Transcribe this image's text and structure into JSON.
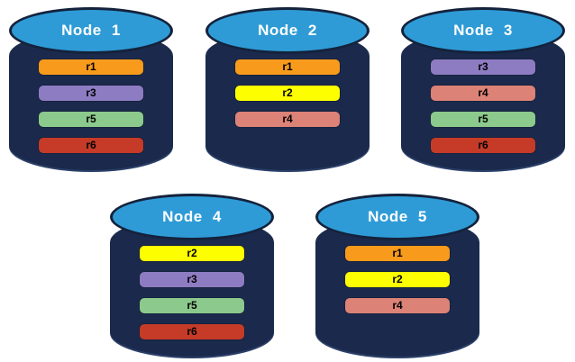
{
  "diagram": {
    "name": "replica-distribution-across-nodes"
  },
  "colors": {
    "cylinder_body": "#1B2A4C",
    "cylinder_top": "#2E9BD6",
    "cylinder_outline": "#14223C",
    "title_text": "#FFFFFF",
    "bar_text": "#000000",
    "replicas": {
      "r1": "#F89A1B",
      "r2": "#FDFF00",
      "r3": "#8E7CC3",
      "r4": "#DC8277",
      "r5": "#8CC98C",
      "r6": "#C53B28"
    }
  },
  "nodes": [
    {
      "title": "Node 1",
      "replicas": [
        "r1",
        "r3",
        "r5",
        "r6"
      ]
    },
    {
      "title": "Node 2",
      "replicas": [
        "r1",
        "r2",
        "r4"
      ]
    },
    {
      "title": "Node 3",
      "replicas": [
        "r3",
        "r4",
        "r5",
        "r6"
      ]
    },
    {
      "title": "Node 4",
      "replicas": [
        "r2",
        "r3",
        "r5",
        "r6"
      ]
    },
    {
      "title": "Node 5",
      "replicas": [
        "r1",
        "r2",
        "r4"
      ]
    }
  ]
}
